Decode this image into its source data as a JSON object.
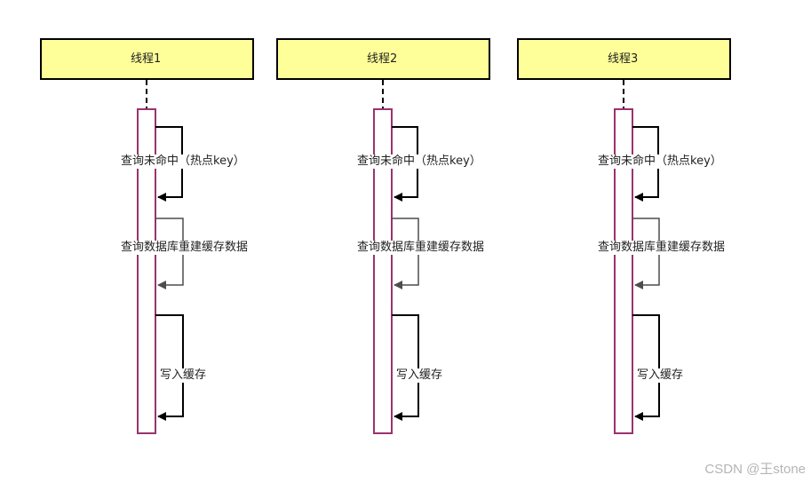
{
  "threads": [
    {
      "title": "线程1",
      "messages": [
        "查询未命中（热点key）",
        "查询数据库重建缓存数据",
        "写入缓存"
      ]
    },
    {
      "title": "线程2",
      "messages": [
        "查询未命中（热点key）",
        "查询数据库重建缓存数据",
        "写入缓存"
      ]
    },
    {
      "title": "线程3",
      "messages": [
        "查询未命中（热点key）",
        "查询数据库重建缓存数据",
        "写入缓存"
      ]
    }
  ],
  "watermark": "CSDN @王stone",
  "colors": {
    "header_fill": "#ffff99",
    "activation_stroke": "#99336b",
    "arrow_dark": "#000000",
    "arrow_gray": "#4d4d4d"
  }
}
